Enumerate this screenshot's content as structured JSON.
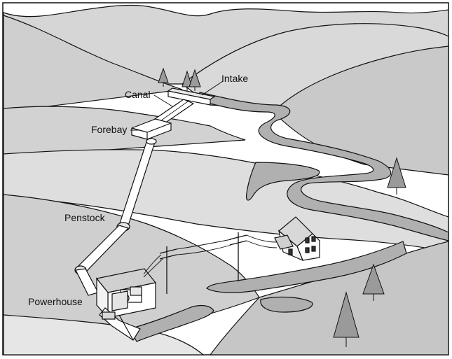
{
  "labels": {
    "intake": "Intake",
    "canal": "Canal",
    "forebay": "Forebay",
    "penstock": "Penstock",
    "powerhouse": "Powerhouse"
  },
  "colors": {
    "terrain_light": "#e3e3e3",
    "terrain_mid": "#cfcfcf",
    "terrain_dark": "#bdbdbd",
    "water": "#b0b0b0",
    "outline": "#111111",
    "structure": "#ffffff"
  }
}
